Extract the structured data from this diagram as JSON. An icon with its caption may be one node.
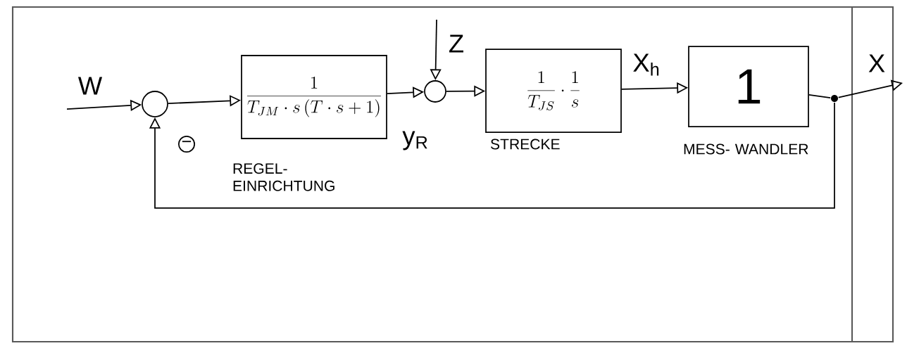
{
  "diagram": {
    "nodes": [
      {
        "text": [],
        "shape": "circle",
        "beside": [
          "−"
        ]
      },
      {
        "text": [
          "\\frac{1}{T_{JM}\\cdot s\\,(T\\cdot s+1)}"
        ],
        "beside": [
          "REGEL- EINRICHTUNG"
        ]
      },
      {
        "text": [],
        "shape": "circle"
      },
      {
        "text": [
          "\\frac{1}{T_{JS}}\\cdot\\frac{1}{s}"
        ],
        "beside": [
          "STRECKE"
        ]
      },
      {
        "text": [
          "1"
        ],
        "beside": [
          "MESS- WANDLER"
        ]
      },
      {
        "text": [],
        "shape": "circle"
      }
    ],
    "edges": [
      {
        "from": null,
        "to": 0,
        "arrow": "to",
        "label": "W"
      },
      {
        "from": 0,
        "to": 1,
        "arrow": "to"
      },
      {
        "from": 1,
        "to": 2,
        "arrow": "to",
        "label": "y$_{R}$"
      },
      {
        "from": null,
        "to": 2,
        "arrow": "to",
        "label": "Z"
      },
      {
        "from": 2,
        "to": 3,
        "arrow": "to"
      },
      {
        "from": 3,
        "to": 4,
        "arrow": "to",
        "label": "X$_{h}$"
      },
      {
        "from": 4,
        "to": 5,
        "arrow": "none"
      },
      {
        "from": 5,
        "to": null,
        "arrow": "to",
        "label": "X"
      },
      {
        "from": 5,
        "to": 0,
        "arrow": "to"
      }
    ]
  }
}
